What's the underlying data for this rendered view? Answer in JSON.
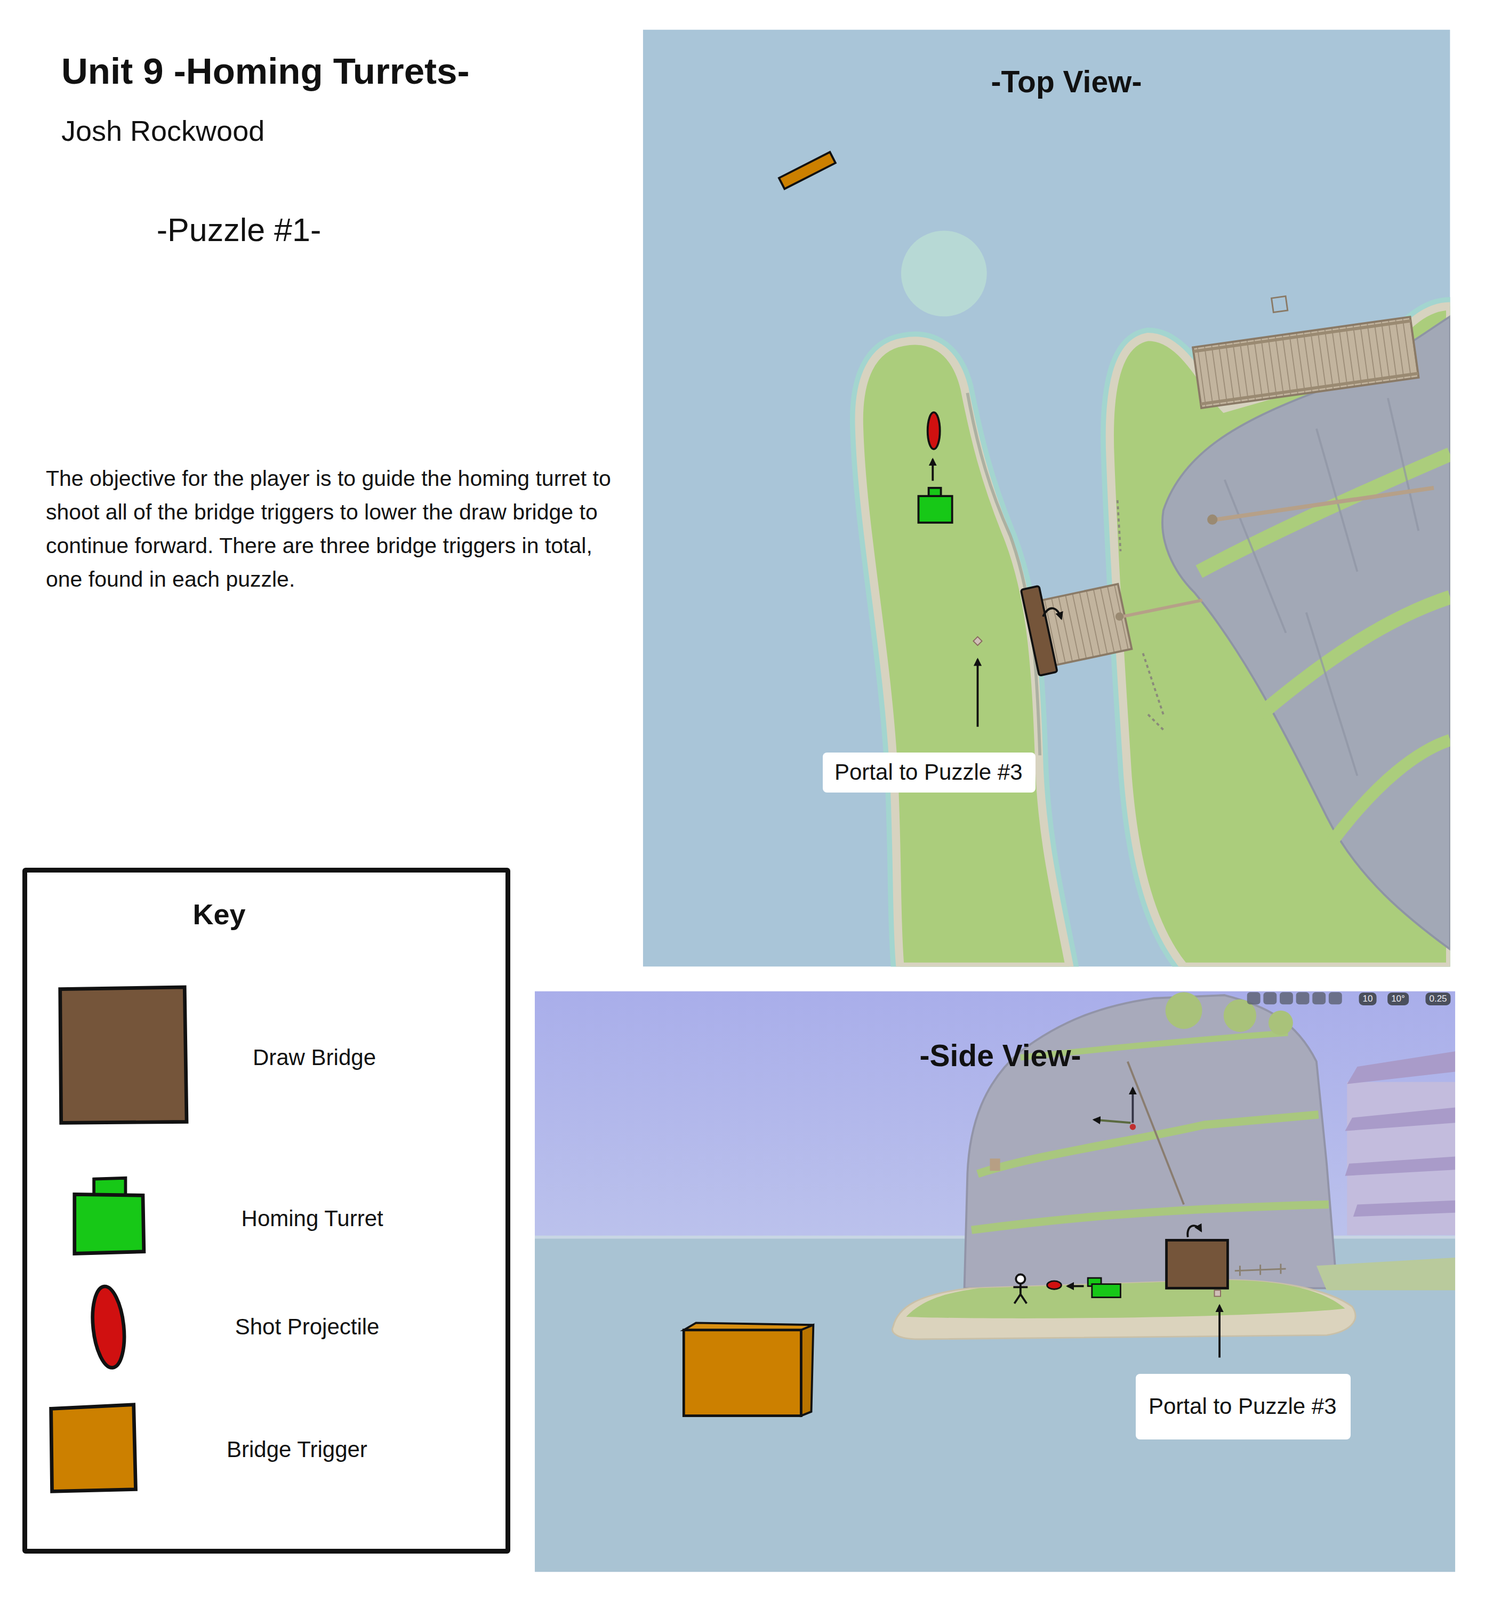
{
  "diagram": {
    "title": "Unit 9 -Homing Turrets-",
    "nodes": [
      {
        "text": [
          "-Top View-"
        ]
      },
      {
        "text": [
          "Portal to Puzzle #3"
        ],
        "in": 0
      },
      {
        "text": [
          "-Side View-"
        ]
      },
      {
        "text": [
          "Portal to Puzzle #3"
        ],
        "in": 2
      },
      {
        "text": [
          "Key"
        ]
      }
    ],
    "labels": [
      "Josh Rockwood",
      "-Puzzle #1-",
      "The objective for the player is to guide the homing turret to shoot all of the bridge triggers to lower the draw bridge to continue forward. There are three bridge triggers in total, one found in each puzzle.",
      "10",
      "10°",
      "0.25"
    ],
    "legend": [
      {
        "text": "Draw Bridge",
        "color": "#75553a"
      },
      {
        "text": "Homing Turret",
        "color": "#17c817"
      },
      {
        "text": "Shot Projectile",
        "color": "#d01010"
      },
      {
        "text": "Bridge Trigger",
        "color": "#cc8000"
      }
    ]
  }
}
